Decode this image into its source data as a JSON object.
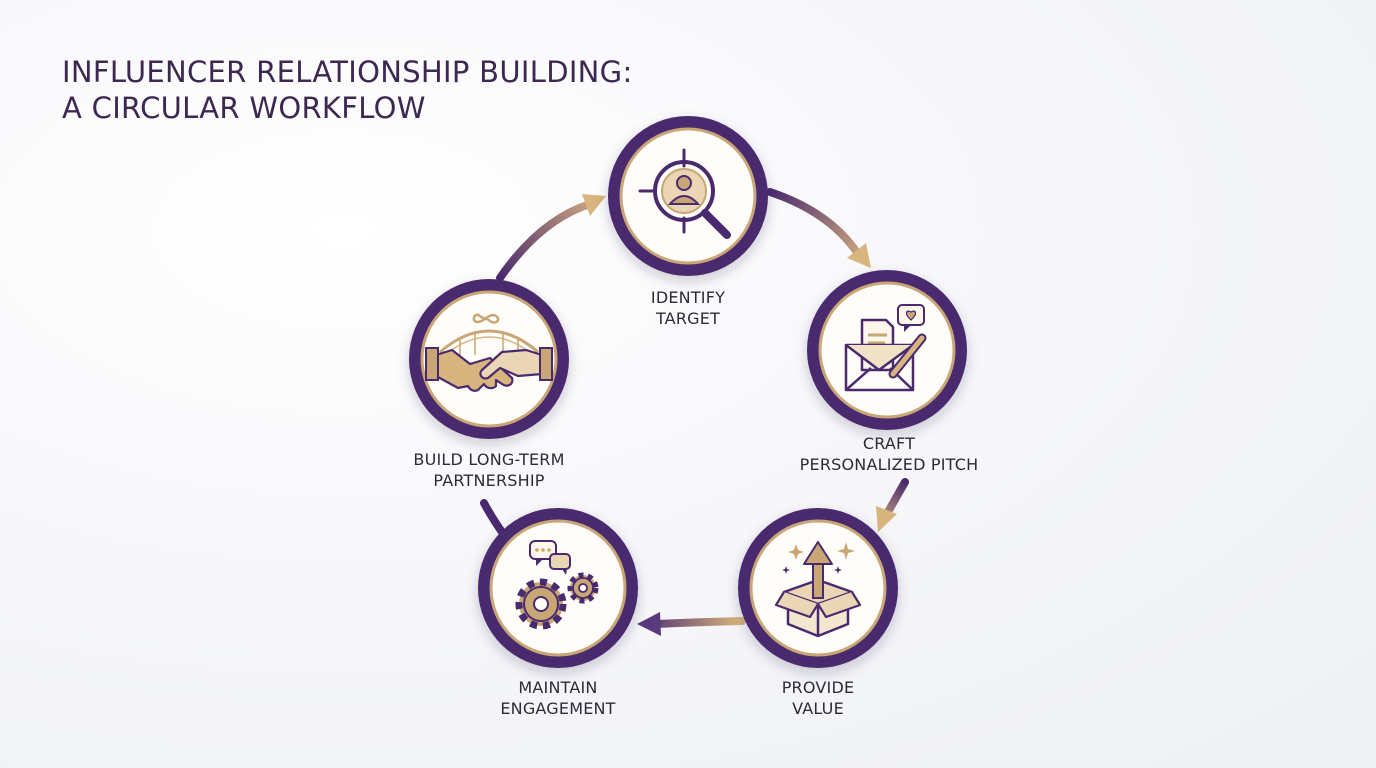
{
  "title": {
    "line1": "INFLUENCER RELATIONSHIP BUILDING:",
    "line2": "A CIRCULAR WORKFLOW"
  },
  "steps": [
    {
      "icon": "target-search-icon",
      "label_lines": [
        "IDENTIFY",
        "TARGET"
      ]
    },
    {
      "icon": "envelope-pen-icon",
      "label_lines": [
        "CRAFT",
        "PERSONALIZED PITCH"
      ]
    },
    {
      "icon": "gift-box-icon",
      "label_lines": [
        "PROVIDE",
        "VALUE"
      ]
    },
    {
      "icon": "chat-gears-icon",
      "label_lines": [
        "MAINTAIN",
        "ENGAGEMENT"
      ]
    },
    {
      "icon": "handshake-bridge-icon",
      "label_lines": [
        "BUILD LONG-TERM",
        "PARTNERSHIP"
      ]
    }
  ],
  "colors": {
    "purple": "#4a2a6e",
    "gold": "#c9a676",
    "gold_dark": "#a9824f",
    "text": "#2f2a38"
  }
}
